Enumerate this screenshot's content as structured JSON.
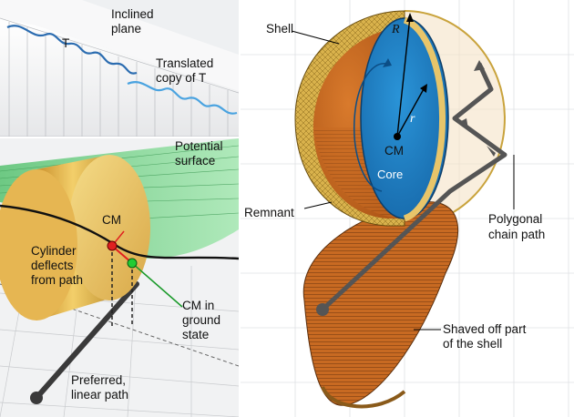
{
  "panel_a": {
    "label_inclined": "Inclined",
    "label_plane": "plane",
    "label_t": "T",
    "label_translated": "Translated",
    "label_copy": "copy of T",
    "colors": {
      "curve_t": "#2b6cb0",
      "curve_copy": "#4aa3e0",
      "plane": "#f7f7f7"
    }
  },
  "panel_b": {
    "label_potential": "Potential",
    "label_surface": "surface",
    "label_cm": "CM",
    "label_cyl_1": "Cylinder",
    "label_cyl_2": "deflects",
    "label_cyl_3": "from path",
    "label_cm_in": "CM in",
    "label_ground": "ground",
    "label_state": "state",
    "label_preferred": "Preferred,",
    "label_linear": "linear path",
    "colors": {
      "surface": "#7ed68f",
      "cylinder": "#e3b44a",
      "cm_red": "#e02020",
      "cm_green": "#22cc33"
    }
  },
  "panel_c": {
    "label_shell": "Shell",
    "label_R": "R",
    "label_r": "r",
    "label_cm": "CM",
    "label_core": "Core",
    "label_remnant": "Remnant",
    "label_polygonal": "Polygonal",
    "label_chain": "chain path",
    "label_shaved_1": "Shaved off part",
    "label_shaved_2": "of the shell",
    "colors": {
      "shell": "#d8b04a",
      "core": "#1f7fc4",
      "remnant": "#c86a22",
      "path": "#555555"
    }
  }
}
